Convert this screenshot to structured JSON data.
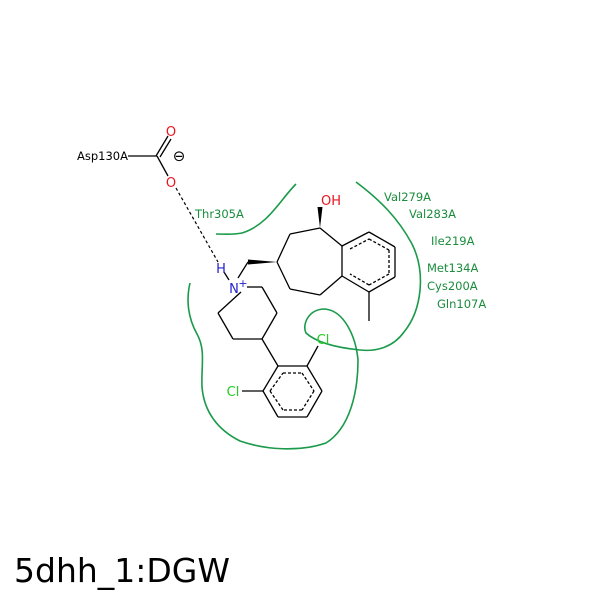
{
  "title": "5dhh_1:DGW",
  "colors": {
    "bond": "#000000",
    "pocket": "#1a9a4a",
    "residue_label": "#1a8c3c",
    "oxygen": "#e8141e",
    "nitrogen": "#2222cc",
    "chlorine": "#22cc22"
  },
  "residues": {
    "asp130": "Asp130A",
    "thr305": "Thr305A",
    "val279": "Val279A",
    "val283": "Val283A",
    "ile219": "Ile219A",
    "met134": "Met134A",
    "cys200": "Cys200A",
    "gln107": "Gln107A"
  },
  "atoms": {
    "o_top": "O",
    "o_bottom": "O",
    "oh": "OH",
    "h": "H",
    "n": "N",
    "n_charge": "+",
    "cl_right": "Cl",
    "cl_left": "Cl",
    "carboxylate_charge": "⊖"
  }
}
